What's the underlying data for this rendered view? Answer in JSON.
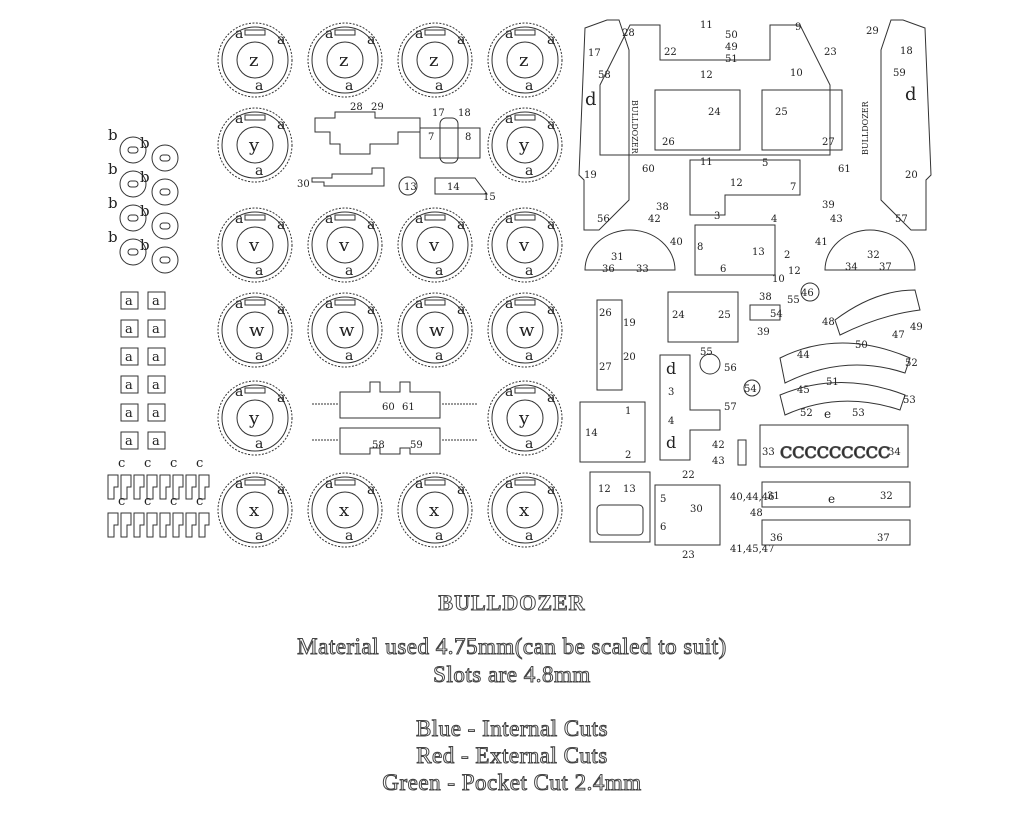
{
  "caption": {
    "title": "BULLDOZER",
    "material": "Material used 4.75mm(can be scaled to suit)",
    "slots": "Slots are 4.8mm",
    "blue": "Blue - Internal Cuts",
    "red": "Red - External Cuts",
    "green": "Green - Pocket Cut 2.4mm"
  },
  "wheel_rows": [
    "z",
    "y",
    "v",
    "w",
    "y",
    "x"
  ],
  "side_panel_label": "BULLDOZER",
  "part_labels": {
    "small_a": "a",
    "small_b": "b",
    "small_c": "c",
    "small_d": "d",
    "small_e": "e"
  }
}
